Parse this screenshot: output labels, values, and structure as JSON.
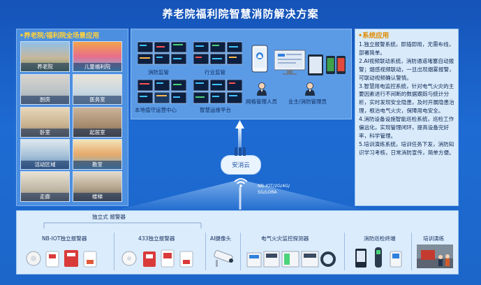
{
  "title": "养老院福利院智慧消防解决方案",
  "left_panel": {
    "title": "•养老院/福利院全场景应用",
    "tiles": [
      {
        "label": "养老院"
      },
      {
        "label": "儿童福利院"
      },
      {
        "label": "厨房"
      },
      {
        "label": "医务室"
      },
      {
        "label": "卧室"
      },
      {
        "label": "起居室"
      },
      {
        "label": "活动区域"
      },
      {
        "label": "教室"
      },
      {
        "label": "走廊"
      },
      {
        "label": "楼梯"
      }
    ]
  },
  "center_panel": {
    "items": [
      {
        "label": "消防监管"
      },
      {
        "label": "行业监管"
      },
      {
        "label": "本地值守运营中心"
      },
      {
        "label": "智慧运维平台"
      },
      {
        "label": "网格管理人员"
      },
      {
        "label": "业主/消防管理员"
      }
    ]
  },
  "cloud": {
    "label": "安消云"
  },
  "network": {
    "line1": "NB-IOT/2G/4G/",
    "line2": "5G/LORA"
  },
  "right_panel": {
    "title": "•系统应用",
    "paragraphs": [
      "1.独立报警系统，即插即用，无需布线，部署简单。",
      "2.AI视频联动系统，消防通道堵塞自动报警；烟感视频联动，一旦出现烟雾报警，可联动视频确认警情。",
      "3.智慧用电监控系统，针对电气火灾的主要因素进行不间断的数据跟踪与统计分析，实时发现安全隐患，及时开展隐患治理，根治电气火灾，保障用电安全。",
      "4.消防设备设施智能巡检系统，巡检工作偏远化，实现管理闭环，提高设备完好率，科学管理。",
      "5.培训演练系统，培训任务下发，消防知识学习考核，日常消防宣传，简单方便。"
    ]
  },
  "bottom_panel": {
    "header": "独立式 报警器",
    "groups": [
      {
        "label": "NB-IOT独立报警器"
      },
      {
        "label": "433独立报警器"
      },
      {
        "label": "AI摄像头"
      },
      {
        "label": "电气火灾监控探测器"
      },
      {
        "label": "消防巡检终端"
      },
      {
        "label": "培训演练"
      }
    ]
  }
}
